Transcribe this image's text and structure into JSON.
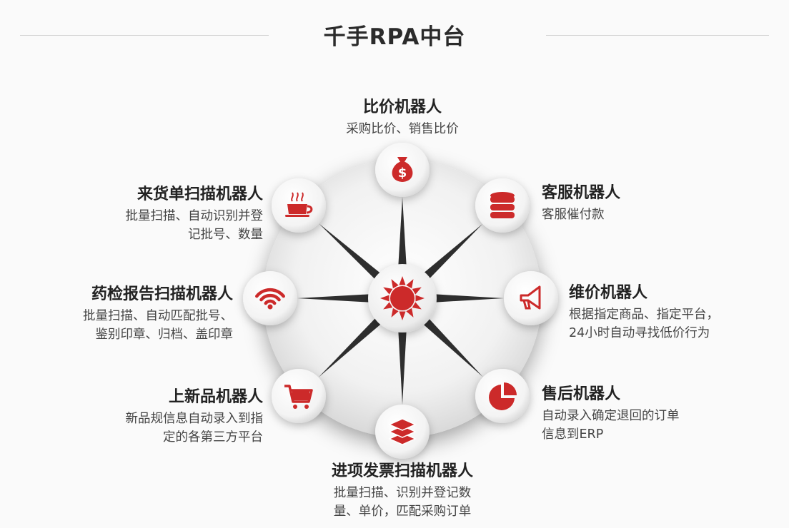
{
  "title": "千手RPA中台",
  "colors": {
    "accent": "#cc2a2a",
    "ring": "#e4e4e4"
  },
  "center_icon": "sun-icon",
  "robots": [
    {
      "id": "price-compare",
      "icon": "money-bag-icon",
      "name": "比价机器人",
      "desc": [
        "采购比价、销售比价"
      ]
    },
    {
      "id": "customer-service",
      "icon": "database-icon",
      "name": "客服机器人",
      "desc": [
        "客服催付款"
      ]
    },
    {
      "id": "price-maintain",
      "icon": "megaphone-icon",
      "name": "维价机器人",
      "desc": [
        "根据指定商品、指定平台，",
        "24小时自动寻找低价行为"
      ]
    },
    {
      "id": "after-sales",
      "icon": "pie-chart-icon",
      "name": "售后机器人",
      "desc": [
        "自动录入确定退回的订单",
        "信息到ERP"
      ]
    },
    {
      "id": "invoice-scan",
      "icon": "layers-icon",
      "name": "进项发票扫描机器人",
      "desc": [
        "批量扫描、识别并登记数",
        "量、单价，匹配采购订单"
      ]
    },
    {
      "id": "new-product",
      "icon": "cart-icon",
      "name": "上新品机器人",
      "desc": [
        "新品规信息自动录入到指",
        "定的各第三方平台"
      ]
    },
    {
      "id": "drug-report",
      "icon": "wifi-icon",
      "name": "药检报告扫描机器人",
      "desc": [
        "批量扫描、自动匹配批号、",
        "鉴别印章、归档、盖印章"
      ]
    },
    {
      "id": "incoming-scan",
      "icon": "coffee-cup-icon",
      "name": "来货单扫描机器人",
      "desc": [
        "批量扫描、自动识别并登",
        "记批号、数量"
      ]
    }
  ]
}
